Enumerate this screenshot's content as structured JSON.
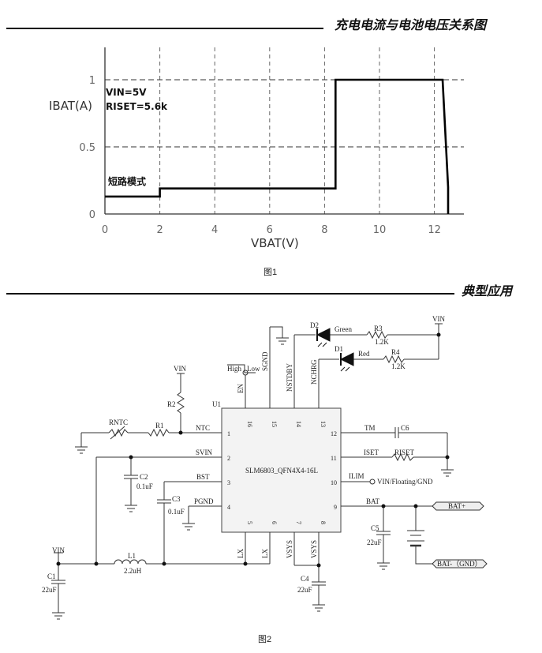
{
  "section1": {
    "title": "充电电流与电池电压关系图",
    "caption": "图1"
  },
  "section2": {
    "title": "典型应用",
    "caption": "图2"
  },
  "chart_data": {
    "type": "line",
    "title": "充电电流与电池电压关系图",
    "xlabel": "VBAT(V)",
    "ylabel": "IBAT(A)",
    "xlim": [
      0,
      13
    ],
    "ylim": [
      0,
      1.2
    ],
    "xticks": [
      0,
      2,
      4,
      6,
      8,
      10,
      12
    ],
    "yticks": [
      0,
      0.5,
      1
    ],
    "xtick_labels": [
      "0",
      "2",
      "4",
      "6",
      "8",
      "10",
      "12"
    ],
    "ytick_labels": [
      "0",
      "0.5",
      "1"
    ],
    "grid": true,
    "annotations": [
      "VIN=5V",
      "RISET=5.6k",
      "短路模式"
    ],
    "series": [
      {
        "name": "IBAT",
        "x": [
          0,
          2,
          2,
          8.4,
          8.4,
          12.3,
          12.5,
          12.5
        ],
        "y": [
          0.13,
          0.13,
          0.19,
          0.19,
          1.0,
          1.0,
          0.2,
          0
        ]
      }
    ]
  },
  "schematic": {
    "ic": {
      "ref": "U1",
      "part": "SLM6803_QFN4X4-16L",
      "pins": {
        "1": "NTC",
        "2": "SVIN",
        "3": "BST",
        "4": "PGND",
        "5": "LX",
        "6": "LX",
        "7": "VSYS",
        "8": "VSYS",
        "9": "BAT",
        "10": "ILIM",
        "11": "ISET",
        "12": "TM",
        "13": "NCHRG",
        "14": "NSTDBY",
        "15": "SGND",
        "16": "EN"
      }
    },
    "labels": {
      "vin": "VIN",
      "high": "High",
      "low": "Low",
      "d1": "D1",
      "d1_color": "Red",
      "d2": "D2",
      "d2_color": "Green",
      "r1": "R1",
      "r2": "R2",
      "r3": "R3",
      "r3_val": "1.2K",
      "r4": "R4",
      "r4_val": "1.2K",
      "rntc": "RNTC",
      "riset": "RISET",
      "c1": "C1",
      "c1_val": "22uF",
      "c2": "C2",
      "c2_val": "0.1uF",
      "c3": "C3",
      "c3_val": "0.1uF",
      "c4": "C4",
      "c4_val": "22uF",
      "c5": "C5",
      "c5_val": "22uF",
      "c6": "C6",
      "l1": "L1",
      "l1_val": "2.2uH",
      "ilim_opt": "VIN/Floating/GND",
      "bat_plus": "BAT+",
      "bat_minus": "BAT-（GND）"
    }
  }
}
